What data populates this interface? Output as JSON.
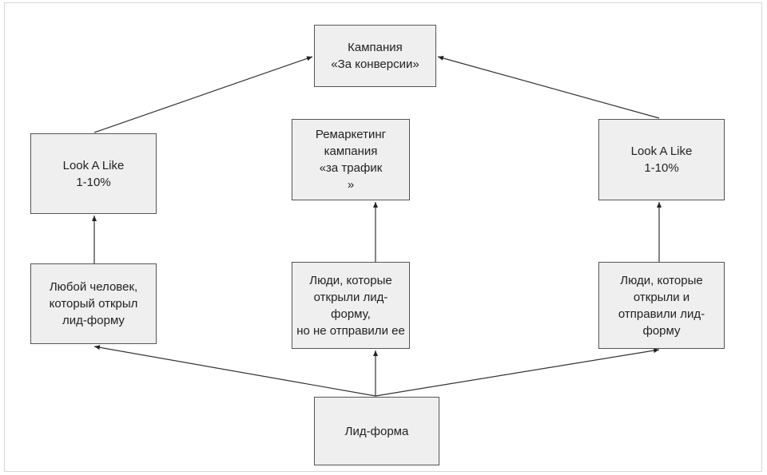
{
  "nodes": {
    "campaign": "Кампания\n«За конверсии»",
    "remarketing": "Ремаркетинг\nкампания\n«за трафик\n»",
    "lal_left": "Look A Like\n1-10%",
    "lal_right": "Look A Like\n1-10%",
    "any_person": "Любой человек,\nкоторый открыл\nлид-форму",
    "opened_not_sent": "Люди, которые\nоткрыли лид-форму,\nно не отправили ее",
    "opened_and_sent": "Люди, которые\nоткрыли и\nотправили лид-\nформу",
    "lead_form": "Лид-форма"
  },
  "colors": {
    "box_fill": "#efefef",
    "box_border": "#555555",
    "arrow": "#222222"
  }
}
